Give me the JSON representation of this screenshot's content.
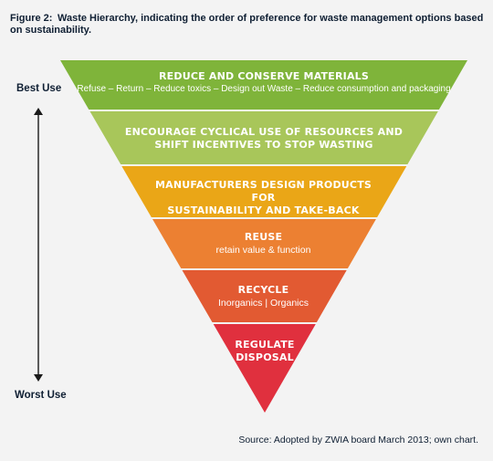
{
  "figure": {
    "number": "Figure 2:",
    "title": "Waste Hierarchy, indicating the order of preference for waste management options based on sustainability."
  },
  "scale": {
    "top_label": "Best Use",
    "bottom_label": "Worst Use"
  },
  "tiers": [
    {
      "title": "REDUCE AND CONSERVE MATERIALS",
      "subtitle": "Refuse – Return – Reduce toxics – Design out Waste – Reduce consumption and packaging",
      "color": "#7fb43a"
    },
    {
      "title_line1": "ENCOURAGE CYCLICAL USE OF RESOURCES AND",
      "title_line2": "SHIFT INCENTIVES TO STOP WASTING",
      "color": "#a8c65a"
    },
    {
      "title_line1": "MANUFACTURERS DESIGN PRODUCTS FOR",
      "title_line2": "SUSTAINABILITY AND TAKE-BACK",
      "color": "#eaa617"
    },
    {
      "title": "REUSE",
      "subtitle": "retain value & function",
      "color": "#ec8032"
    },
    {
      "title": "RECYCLE",
      "subtitle": "Inorganics | Organics",
      "color": "#e25a32"
    },
    {
      "title_line1": "REGULATE",
      "title_line2": "DISPOSAL",
      "color": "#e0303e"
    }
  ],
  "source": "Source:  Adopted by ZWIA board March 2013; own chart."
}
